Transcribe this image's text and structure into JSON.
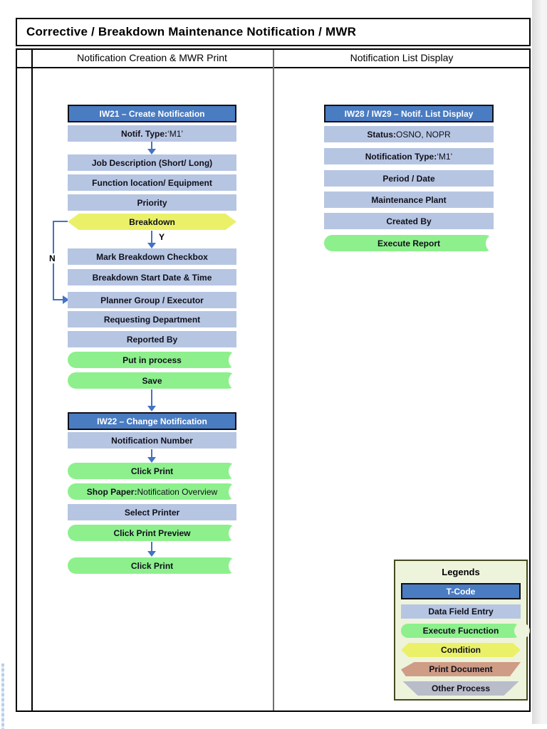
{
  "page": {
    "title": "Corrective / Breakdown Maintenance Notification / MWR"
  },
  "lanes": {
    "left": "Notification Creation & MWR Print",
    "right": "Notification List Display"
  },
  "flow_left": {
    "tcode": "IW21 – Create Notification",
    "notif_type": {
      "label": "Notif. Type:",
      "value": " ‘M1’"
    },
    "job_description": "Job Description (Short/ Long)",
    "function_location": "Function location/ Equipment",
    "priority": "Priority",
    "breakdown": "Breakdown",
    "branch_yes": "Y",
    "branch_no": "N",
    "mark_checkbox": "Mark Breakdown Checkbox",
    "start_datetime": "Breakdown Start Date & Time",
    "planner_group": "Planner Group / Executor",
    "requesting_dept": "Requesting Department",
    "reported_by": "Reported By",
    "put_in_process": "Put in process",
    "save": "Save",
    "tcode2": "IW22 – Change Notification",
    "notification_number": "Notification Number",
    "click_print": "Click Print",
    "shop_paper": {
      "label": "Shop Paper:",
      "value": " Notification Overview"
    },
    "select_printer": "Select Printer",
    "click_print_preview": "Click Print Preview",
    "click_print_final": "Click Print"
  },
  "flow_right": {
    "tcode": "IW28 / IW29 – Notif. List Display",
    "status": {
      "label": "Status:",
      "value": " OSNO, NOPR"
    },
    "ntype": {
      "label": "Notification Type:",
      "value": " ‘M1’"
    },
    "period_date": "Period / Date",
    "maintenance_plant": "Maintenance Plant",
    "created_by": "Created By",
    "execute_report": "Execute Report"
  },
  "legend": {
    "title": "Legends",
    "items": [
      {
        "label": "T-Code",
        "type": "tcode"
      },
      {
        "label": "Data Field Entry",
        "type": "data-field-entry"
      },
      {
        "label": "Execute Fucnction",
        "type": "execute-function"
      },
      {
        "label": "Condition",
        "type": "condition"
      },
      {
        "label": "Print Document",
        "type": "print-document"
      },
      {
        "label": "Other Process",
        "type": "other-process"
      }
    ]
  },
  "colors": {
    "tcode_blue": "#4a7cc2",
    "data_field_blue": "#b6c5e2",
    "execute_green": "#8df08d",
    "condition_yellow": "#eaf169",
    "print_salmon": "#cf9c86",
    "other_gray": "#b9bcc9",
    "arrow_blue": "#4472c4",
    "legend_bg": "#eef3dc"
  }
}
